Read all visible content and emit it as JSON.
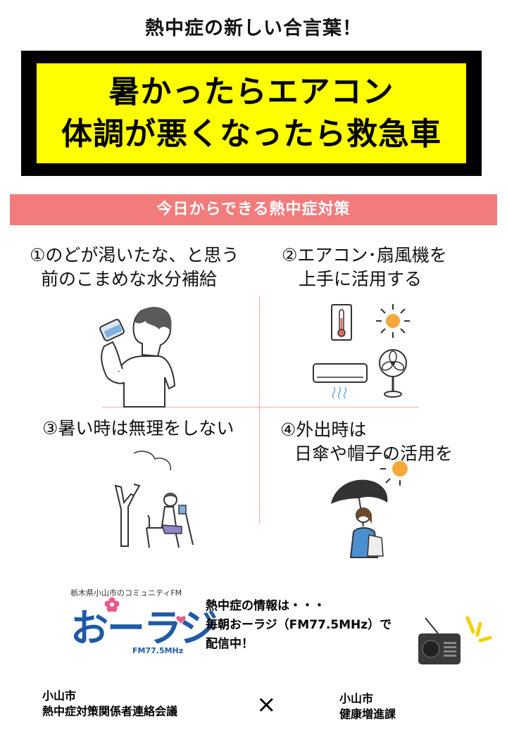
{
  "headline": "熱中症の新しい合言葉！",
  "banner": {
    "line1": "暑かったらエアコン",
    "line2": "体調が悪くなったら救急車",
    "border_color": "#000000",
    "fill_color": "#ffff00"
  },
  "section": {
    "title": "今日からできる熱中症対策",
    "color": "#f27b7b"
  },
  "tips": [
    {
      "line1": "①のどが渇いたな、と思う",
      "line2": "前のこまめな水分補給"
    },
    {
      "line1": "②エアコン･扇風機を",
      "line2": "上手に活用する"
    },
    {
      "line1": "③暑い時は無理をしない",
      "line2": ""
    },
    {
      "line1": "④外出時は",
      "line2": "日傘や帽子の活用を"
    }
  ],
  "radio": {
    "logo_caption": "栃木県小山市のコミュニティFM",
    "logo_name": "おーラジ",
    "logo_fm": "FM77.5MHz",
    "info_line1": "熱中症の情報は・・・",
    "info_line2": "毎朝おーラジ（FM77.5MHz）で",
    "info_line3": "配信中！"
  },
  "footer": {
    "left_line1": "小山市",
    "left_line2": "熱中症対策関係者連絡会議",
    "separator": "×",
    "right_line1": "小山市",
    "right_line2": "健康増進課"
  }
}
